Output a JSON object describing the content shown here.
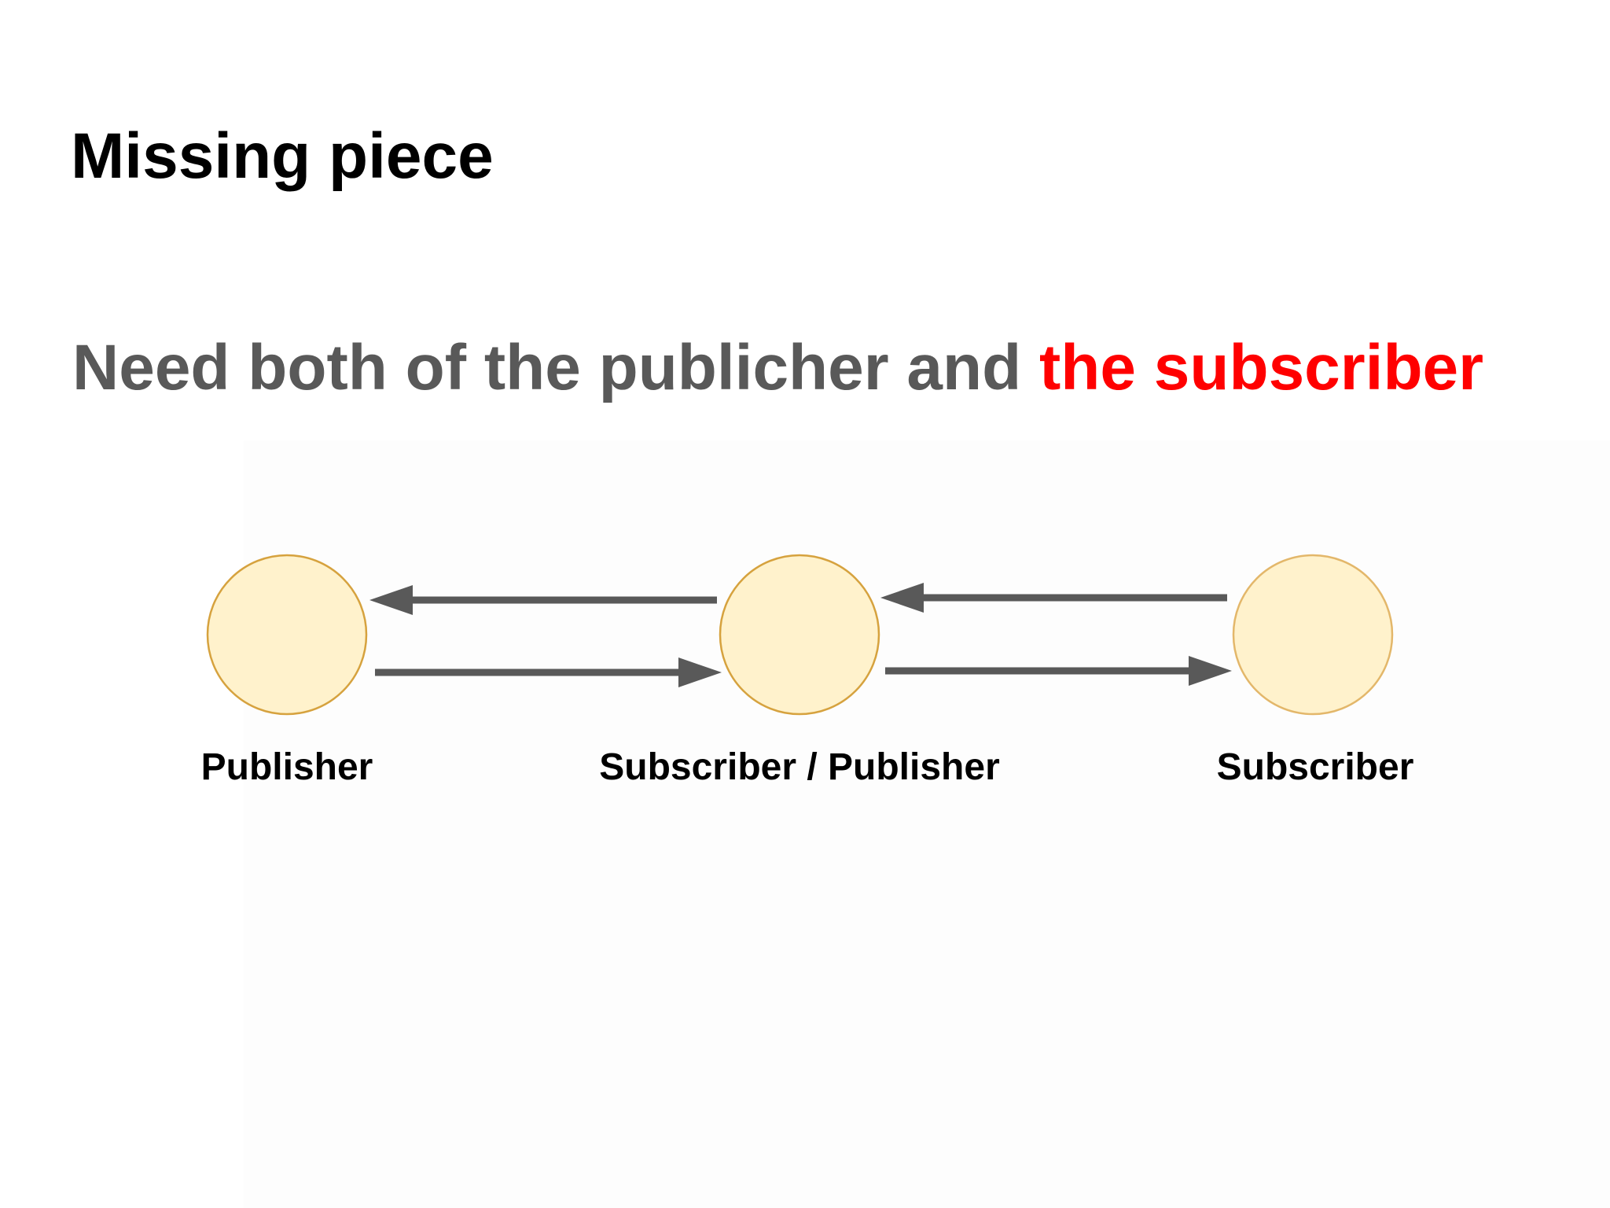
{
  "slide": {
    "title": "Missing piece",
    "subtitle_main": "Need both of the publicher and ",
    "subtitle_highlight": "the subscriber"
  },
  "colors": {
    "title": "#000000",
    "subtitle": "#595959",
    "highlight": "#ff0000",
    "node_fill": "#fff2cc",
    "node_stroke": "#d6a23e",
    "arrow": "#595959"
  },
  "diagram": {
    "nodes": [
      {
        "id": "publisher",
        "label": "Publisher"
      },
      {
        "id": "subscriber-publisher",
        "label": "Subscriber / Publisher"
      },
      {
        "id": "subscriber",
        "label": "Subscriber"
      }
    ],
    "edges": [
      {
        "from": "subscriber-publisher",
        "to": "publisher"
      },
      {
        "from": "publisher",
        "to": "subscriber-publisher"
      },
      {
        "from": "subscriber",
        "to": "subscriber-publisher"
      },
      {
        "from": "subscriber-publisher",
        "to": "subscriber"
      }
    ]
  }
}
